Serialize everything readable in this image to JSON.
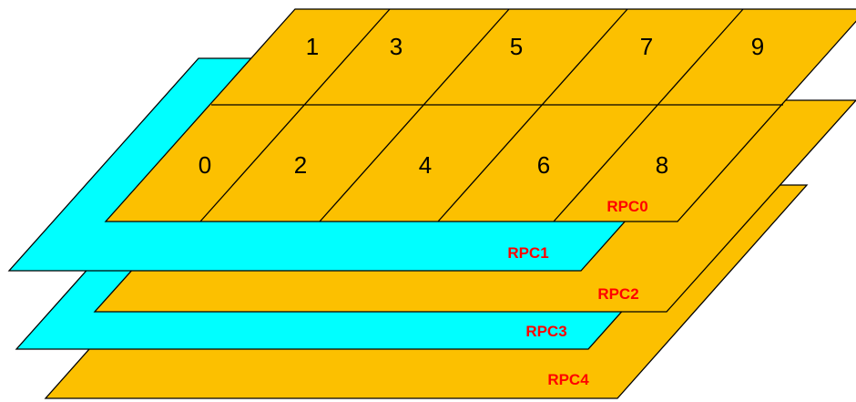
{
  "colors": {
    "orange_layer": "#fcc000",
    "cyan_layer": "#00ffff",
    "outline": "#000000",
    "label": "#ff0000"
  },
  "layers": [
    {
      "name": "RPC4",
      "fill": "orange"
    },
    {
      "name": "RPC3",
      "fill": "cyan"
    },
    {
      "name": "RPC2",
      "fill": "orange"
    },
    {
      "name": "RPC1",
      "fill": "cyan"
    },
    {
      "name": "RPC0",
      "fill": "orange"
    }
  ],
  "cells": {
    "top_row": [
      "1",
      "3",
      "5",
      "7",
      "9"
    ],
    "bottom_row": [
      "0",
      "2",
      "4",
      "6",
      "8"
    ]
  }
}
